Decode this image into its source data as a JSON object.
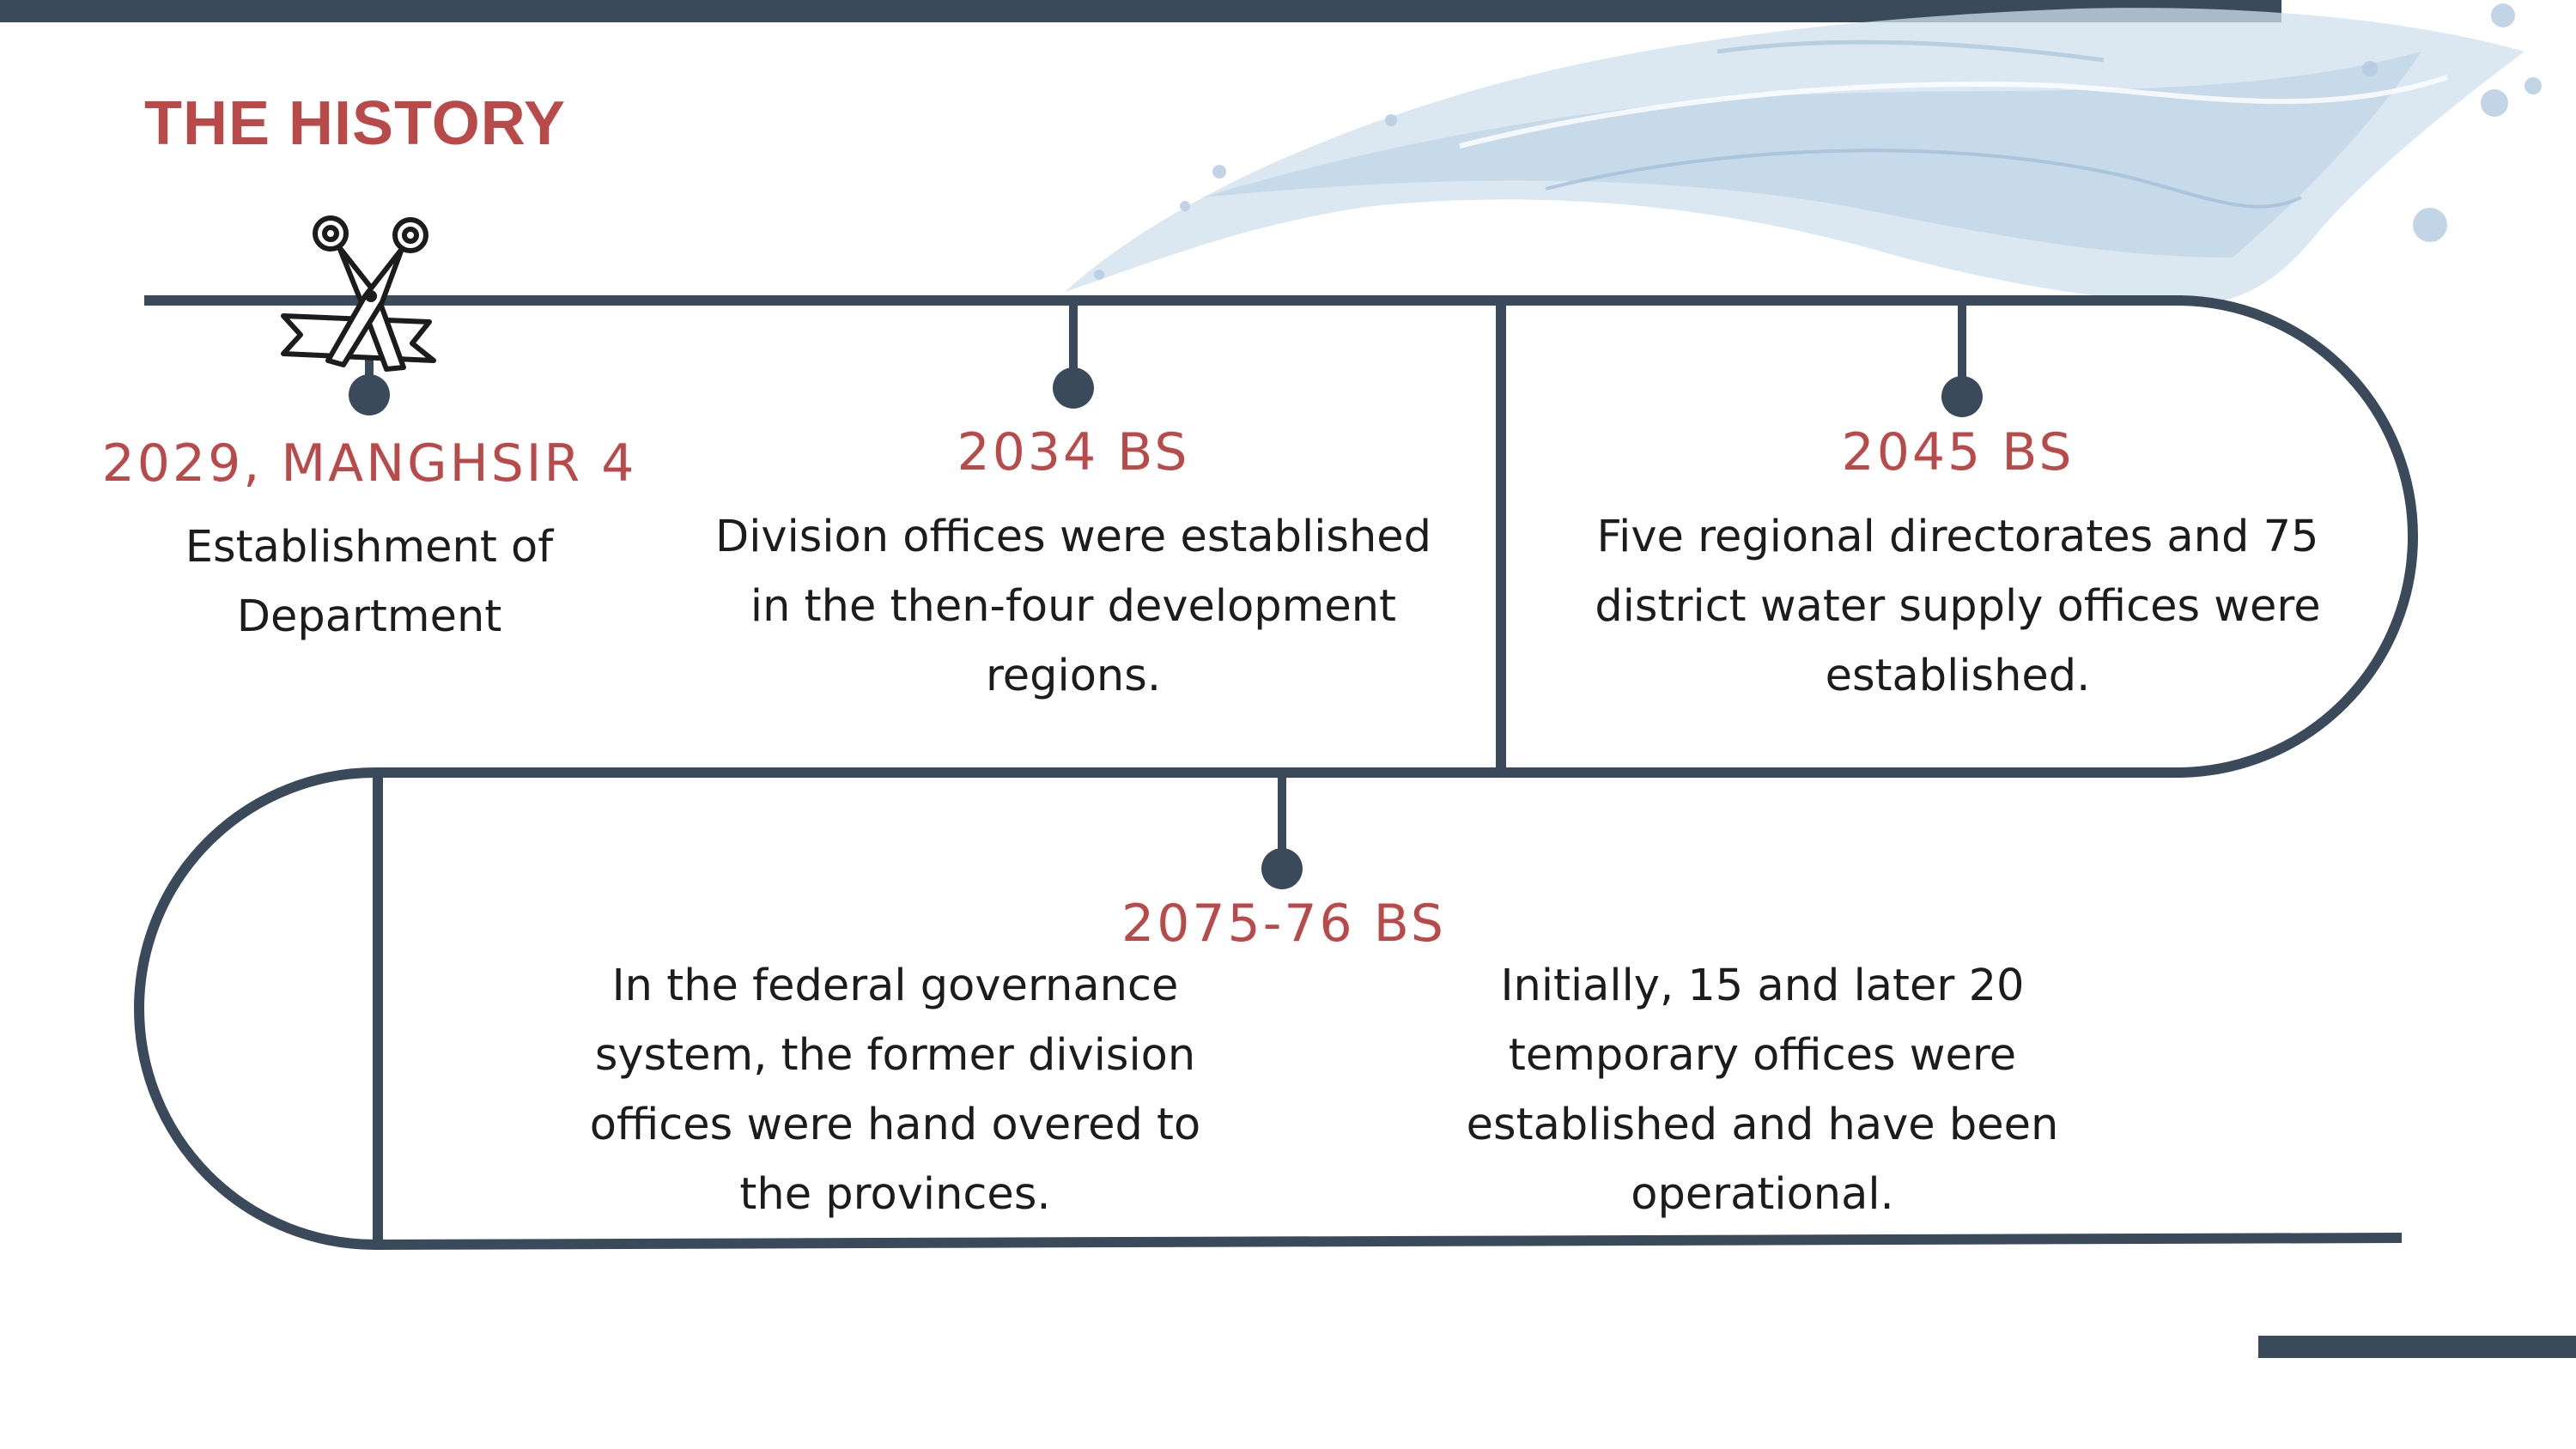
{
  "colors": {
    "line": "#3a4a5a",
    "accent": "#b94a4a",
    "text": "#1c1c1c",
    "background": "#ffffff",
    "water": "#c9dbe9"
  },
  "header": {
    "title": "THE HISTORY"
  },
  "icon": {
    "name": "ribbon-cutting-scissors-icon"
  },
  "events": [
    {
      "year": "2029, MANGHSIR 4",
      "desc": "Establishment of Department"
    },
    {
      "year": "2034 BS",
      "desc": "Division offices were established in the then-four development regions."
    },
    {
      "year": "2045 BS",
      "desc": "Five regional directorates and 75 district water supply offices were established."
    },
    {
      "year": "2075-76 BS",
      "desc": "In the federal governance system, the former division offices were hand overed to the provinces.",
      "desc2": "Initially, 15 and later 20 temporary offices were established and have been operational."
    }
  ]
}
